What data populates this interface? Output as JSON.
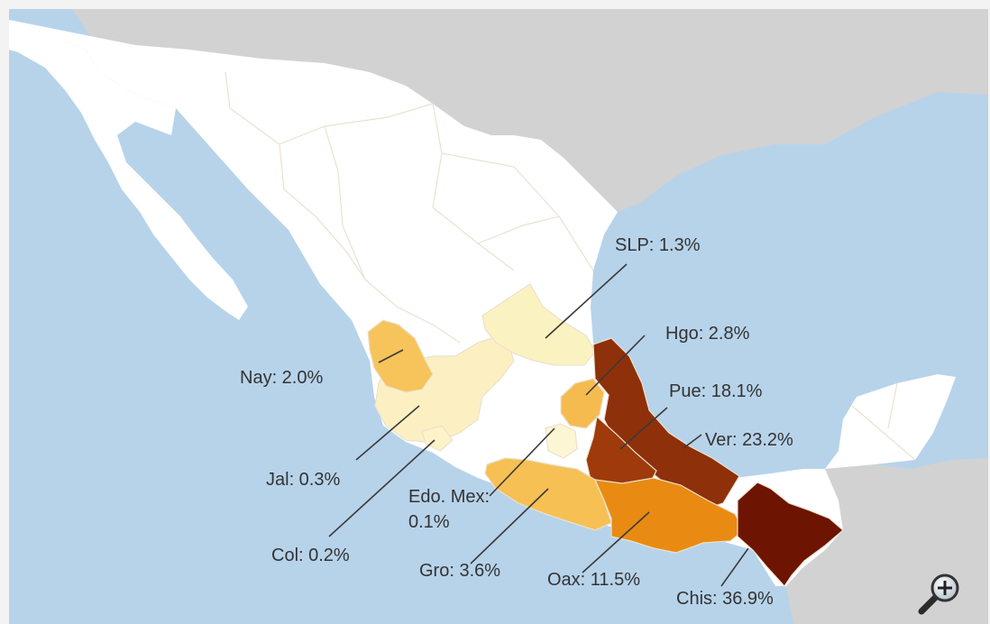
{
  "map": {
    "title": "",
    "colors": {
      "sea": "#b7d3ea",
      "land_other": "#d2d2d2",
      "state_no_data": "#ffffff",
      "state_border": "#e9e2cf"
    },
    "regions": [
      {
        "abbr": "SLP",
        "label": "SLP:  1.3%",
        "value": 1.3,
        "color": "#fbf2c1"
      },
      {
        "abbr": "Hgo",
        "label": "Hgo: 2.8%",
        "value": 2.8,
        "color": "#f6bb4f"
      },
      {
        "abbr": "Nay",
        "label": "Nay: 2.0%",
        "value": 2.0,
        "color": "#f7c35b"
      },
      {
        "abbr": "Pue",
        "label": "Pue: 18.1%",
        "value": 18.1,
        "color": "#9f3a0a"
      },
      {
        "abbr": "Jal",
        "label": "Jal: 0.3%",
        "value": 0.3,
        "color": "#fcf0c3"
      },
      {
        "abbr": "Ver",
        "label": "Ver: 23.2%",
        "value": 23.2,
        "color": "#8e300a"
      },
      {
        "abbr": "Edo. Mex",
        "label_line1": "Edo. Mex:",
        "label_line2": "0.1%",
        "value": 0.1,
        "color": "#fdf6d5"
      },
      {
        "abbr": "Col",
        "label": "Col: 0.2%",
        "value": 0.2,
        "color": "#fdf2c8"
      },
      {
        "abbr": "Gro",
        "label": "Gro: 3.6%",
        "value": 3.6,
        "color": "#f6c054"
      },
      {
        "abbr": "Oax",
        "label": "Oax: 11.5%",
        "value": 11.5,
        "color": "#e98b12"
      },
      {
        "abbr": "Chis",
        "label": "Chis: 36.9%",
        "value": 36.9,
        "color": "#6e1402"
      }
    ]
  },
  "controls": {
    "zoom_icon": "magnifier-plus-icon"
  }
}
